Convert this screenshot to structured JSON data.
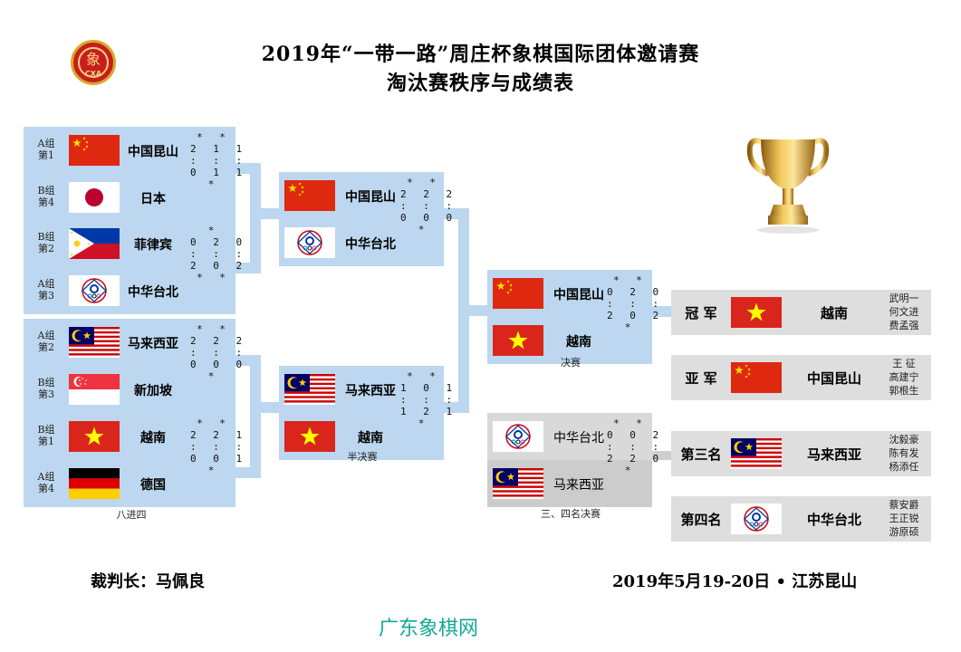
{
  "title_line1": "2019年“一带一路”周庄杯象棋国际团体邀请赛",
  "title_line2": "淘汰赛秩序与成绩表",
  "logo_text": "CXA",
  "logo_glyph": "象",
  "qf": {
    "caption": "八进四",
    "matches": [
      {
        "team1": {
          "group": [
            "A组",
            "第1"
          ],
          "name": "中国昆山",
          "flag": "china"
        },
        "team2": {
          "group": [
            "B组",
            "第4"
          ],
          "name": "日本",
          "flag": "japan"
        },
        "score_lines": [
          "* *",
          "2 1 1",
          ": : :",
          "0 1 1",
          "*"
        ]
      },
      {
        "team1": {
          "group": [
            "B组",
            "第2"
          ],
          "name": "菲律宾",
          "flag": "philippines"
        },
        "team2": {
          "group": [
            "A组",
            "第3"
          ],
          "name": "中华台北",
          "flag": "taipei"
        },
        "score_lines": [
          "*",
          "0 2 0",
          ": : :",
          "2 0 2",
          "* *"
        ]
      },
      {
        "team1": {
          "group": [
            "A组",
            "第2"
          ],
          "name": "马来西亚",
          "flag": "malaysia"
        },
        "team2": {
          "group": [
            "B组",
            "第3"
          ],
          "name": "新加坡",
          "flag": "singapore"
        },
        "score_lines": [
          "* *",
          "2 2 2",
          ": : :",
          "0 0 0",
          "*"
        ]
      },
      {
        "team1": {
          "group": [
            "B组",
            "第1"
          ],
          "name": "越南",
          "flag": "vietnam"
        },
        "team2": {
          "group": [
            "A组",
            "第4"
          ],
          "name": "德国",
          "flag": "germany"
        },
        "score_lines": [
          "* *",
          "2 2 1",
          ": : :",
          "0 0 1",
          "*"
        ]
      }
    ]
  },
  "sf": {
    "caption": "半决赛",
    "matches": [
      {
        "team1": {
          "name": "中国昆山",
          "flag": "china"
        },
        "team2": {
          "name": "中华台北",
          "flag": "taipei"
        },
        "score_lines": [
          "* *",
          "2 2 2",
          ": : :",
          "0 0 0",
          "*"
        ]
      },
      {
        "team1": {
          "name": "马来西亚",
          "flag": "malaysia"
        },
        "team2": {
          "name": "越南",
          "flag": "vietnam"
        },
        "score_lines": [
          "* *",
          "1 0 1",
          ": : :",
          "1 2 1",
          "*"
        ]
      }
    ]
  },
  "final": {
    "caption": "决赛",
    "team1": {
      "name": "中国昆山",
      "flag": "china"
    },
    "team2": {
      "name": "越南",
      "flag": "vietnam"
    },
    "score_lines": [
      "* *",
      "0 2 0",
      ": : :",
      "2 0 2",
      "*"
    ]
  },
  "third": {
    "caption": "三、四名决赛",
    "team1": {
      "name": "中华台北",
      "flag": "taipei"
    },
    "team2": {
      "name": "马来西亚",
      "flag": "malaysia"
    },
    "score_lines": [
      "* *",
      "0 0 2",
      ": : :",
      "2 2 0",
      "*"
    ]
  },
  "rankings": [
    {
      "label": "冠 军",
      "name": "越南",
      "flag": "vietnam",
      "players": [
        "武明一",
        "何文进",
        "费孟强"
      ]
    },
    {
      "label": "亚 军",
      "name": "中国昆山",
      "flag": "china",
      "players": [
        "王 征",
        "高建宁",
        "郭根生"
      ]
    },
    {
      "label": "第三名",
      "name": "马来西亚",
      "flag": "malaysia",
      "players": [
        "沈毅豪",
        "陈有发",
        "杨添任"
      ]
    },
    {
      "label": "第四名",
      "name": "中华台北",
      "flag": "taipei",
      "players": [
        "蔡安爵",
        "王正锐",
        "游原硕"
      ]
    }
  ],
  "referee": "裁判长：马佩良",
  "date_place": "2019年5月19-20日 • 江苏昆山",
  "watermark": "广东象棋网",
  "colors": {
    "bracket": "#bcd7ef",
    "gray": "#d6d6d6",
    "watermark": "#17a79a"
  }
}
